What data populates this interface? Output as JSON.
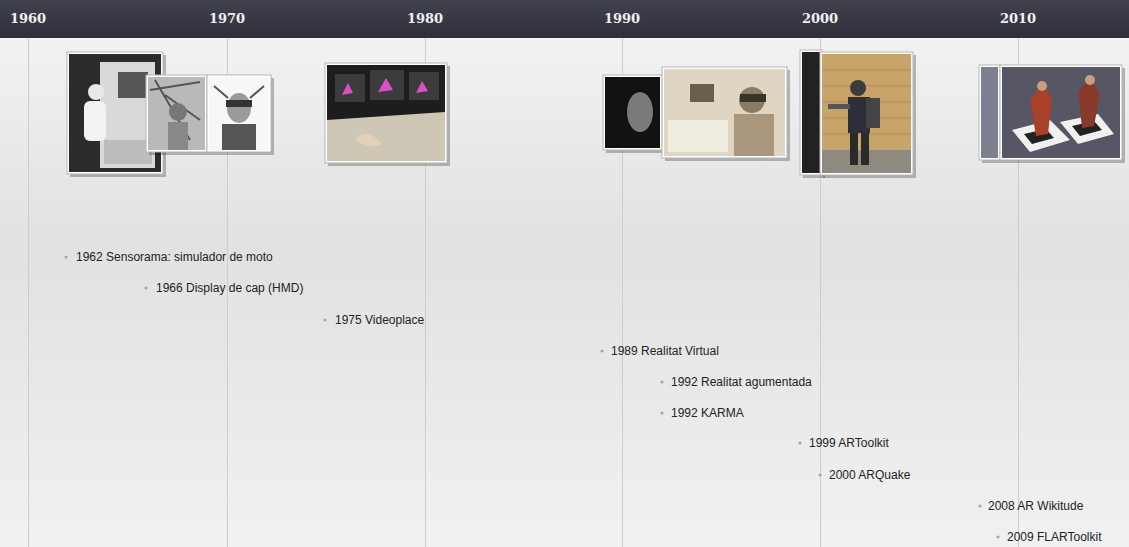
{
  "diagram": {
    "nodes": [
      {
        "text": [
          "1960",
          "1970",
          "1980",
          "1990",
          "2000",
          "2010"
        ]
      }
    ],
    "labels": [
      "1962 Sensorama: simulador de moto",
      "1966 Display de cap (HMD)",
      "1975 Videoplace",
      "1989 Realitat Virtual",
      "1992 Realitat agumentada",
      "1992 KARMA",
      "1999 ARToolkit",
      "2000 ARQuake",
      "2008 AR Wikitude",
      "2009 FLARToolkit"
    ]
  }
}
